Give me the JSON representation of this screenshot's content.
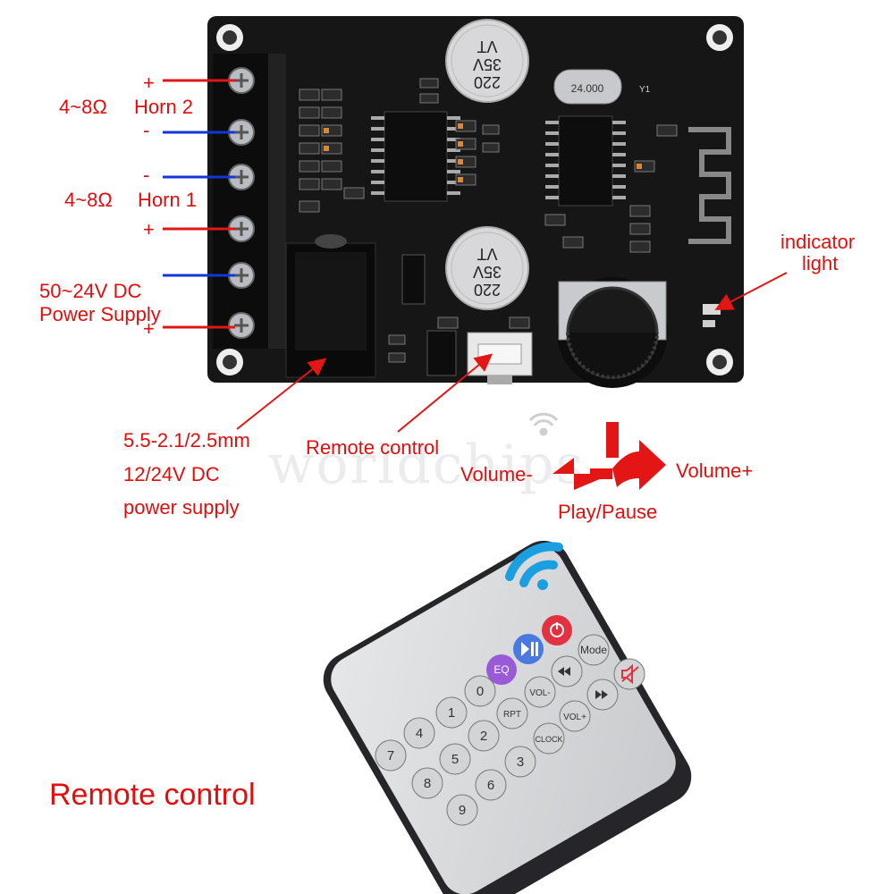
{
  "labels": {
    "horn2_impedance": "4~8Ω",
    "horn2_name": "Horn 2",
    "horn1_impedance": "4~8Ω",
    "horn1_name": "Horn 1",
    "plus": "+",
    "minus": "-",
    "power_volt": "50~24V DC",
    "power_supply": "Power Supply",
    "indicator_1": "indicator",
    "indicator_2": "light",
    "jack_1": "5.5-2.1/2.5mm",
    "jack_2": "12/24V DC",
    "jack_3": "power supply",
    "remote_port": "Remote control",
    "volume_down": "Volume-",
    "volume_up": "Volume+",
    "play_pause": "Play/Pause",
    "remote_title": "Remote control",
    "watermark": "worldchips"
  },
  "board": {
    "cap_text": [
      "220",
      "35V",
      "VT"
    ],
    "crystal": "24.000",
    "crystal_ref": "Y1"
  },
  "remote": {
    "buttons": [
      "Mode",
      "VOL-",
      "VOL+",
      "RPT",
      "CLOCK",
      "EQ",
      "0",
      "1",
      "2",
      "3",
      "4",
      "5",
      "6",
      "7",
      "8",
      "9"
    ]
  },
  "colors": {
    "label_red": "#e30d0d",
    "positive_wire": "#e31515",
    "negative_wire": "#1535d8",
    "pcb": "#1b1b1b",
    "remote_body": "#2a2a2e",
    "remote_face": "#d9dadc",
    "power_button": "#e2323f",
    "play_button": "#4a7ae0",
    "eq_button": "#9a5ad8",
    "wifi_icon": "#1aa0e0"
  }
}
